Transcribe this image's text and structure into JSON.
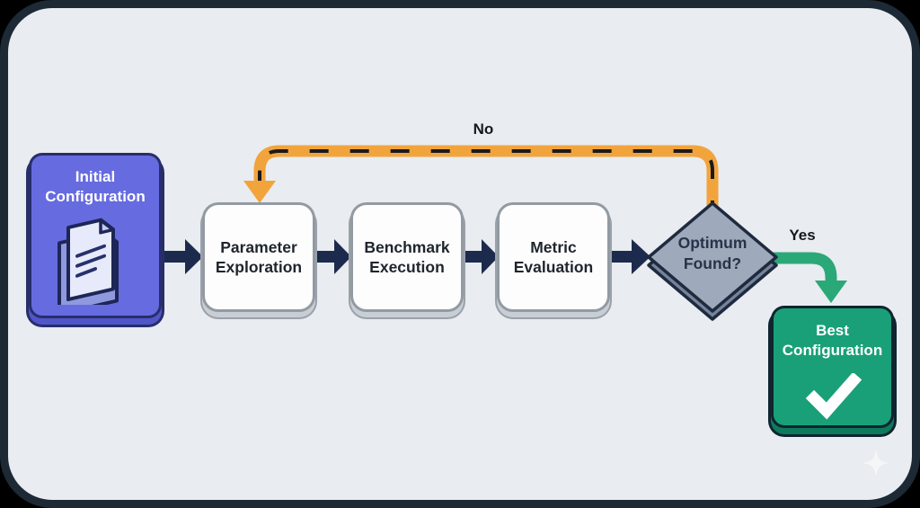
{
  "diagram": {
    "nodes": {
      "initial": {
        "label": "Initial Configuration"
      },
      "parameter": {
        "label": "Parameter Exploration"
      },
      "benchmark": {
        "label": "Benchmark Execution"
      },
      "metric": {
        "label": "Metric Evaluation"
      },
      "decision": {
        "label": "Optimum Found?"
      },
      "best": {
        "label": "Best Configuration"
      }
    },
    "edge_labels": {
      "no": "No",
      "yes": "Yes"
    },
    "colors": {
      "start_node_fill": "#666BE0",
      "start_node_border": "#272E6B",
      "process_node_fill": "#FDFDFE",
      "process_node_border": "#929AA3",
      "decision_node_fill": "#9EA9BB",
      "decision_node_border": "#1E2B3E",
      "end_node_fill": "#19A078",
      "end_node_border": "#0F2530",
      "flow_arrow": "#1C2B4D",
      "no_edge": "#F2A43C",
      "no_edge_dash": "#1A1A1A",
      "yes_edge": "#2BA878",
      "panel_bg": "#E9ECF0",
      "frame_border": "#1D2935",
      "outer_bg": "#000000"
    }
  }
}
